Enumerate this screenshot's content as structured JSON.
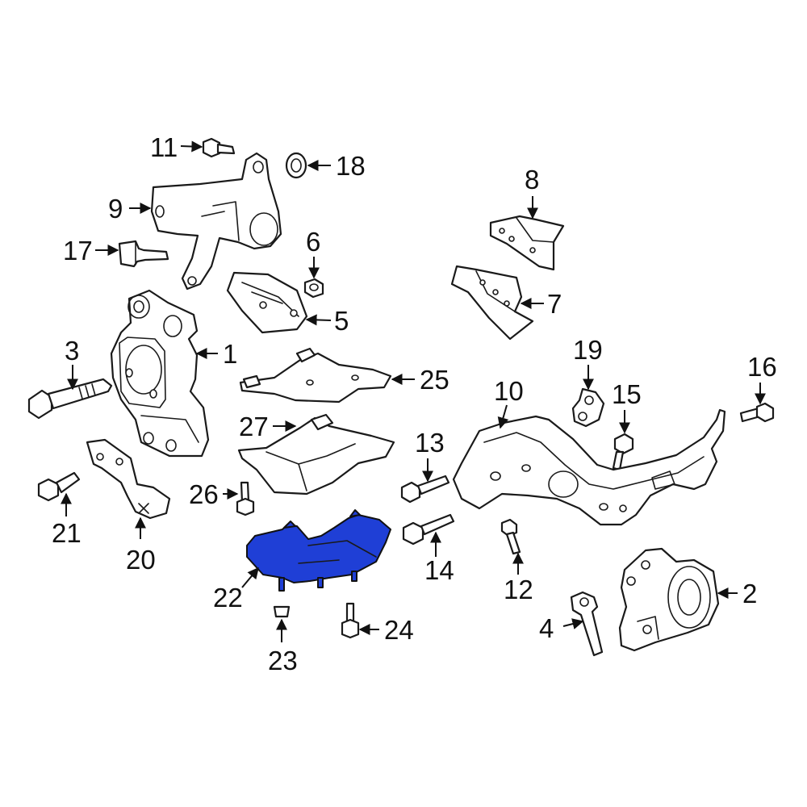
{
  "diagram": {
    "highlight_color": "#1f3fd6",
    "line_color": "#1a1a1a",
    "background": "#ffffff",
    "highlighted_part": "22",
    "callouts": {
      "c1": "1",
      "c2": "2",
      "c3": "3",
      "c4": "4",
      "c5": "5",
      "c6": "6",
      "c7": "7",
      "c8": "8",
      "c9": "9",
      "c10": "10",
      "c11": "11",
      "c12": "12",
      "c13": "13",
      "c14": "14",
      "c15": "15",
      "c16": "16",
      "c17": "17",
      "c18": "18",
      "c19": "19",
      "c20": "20",
      "c21": "21",
      "c22": "22",
      "c23": "23",
      "c24": "24",
      "c25": "25",
      "c26": "26",
      "c27": "27"
    }
  }
}
